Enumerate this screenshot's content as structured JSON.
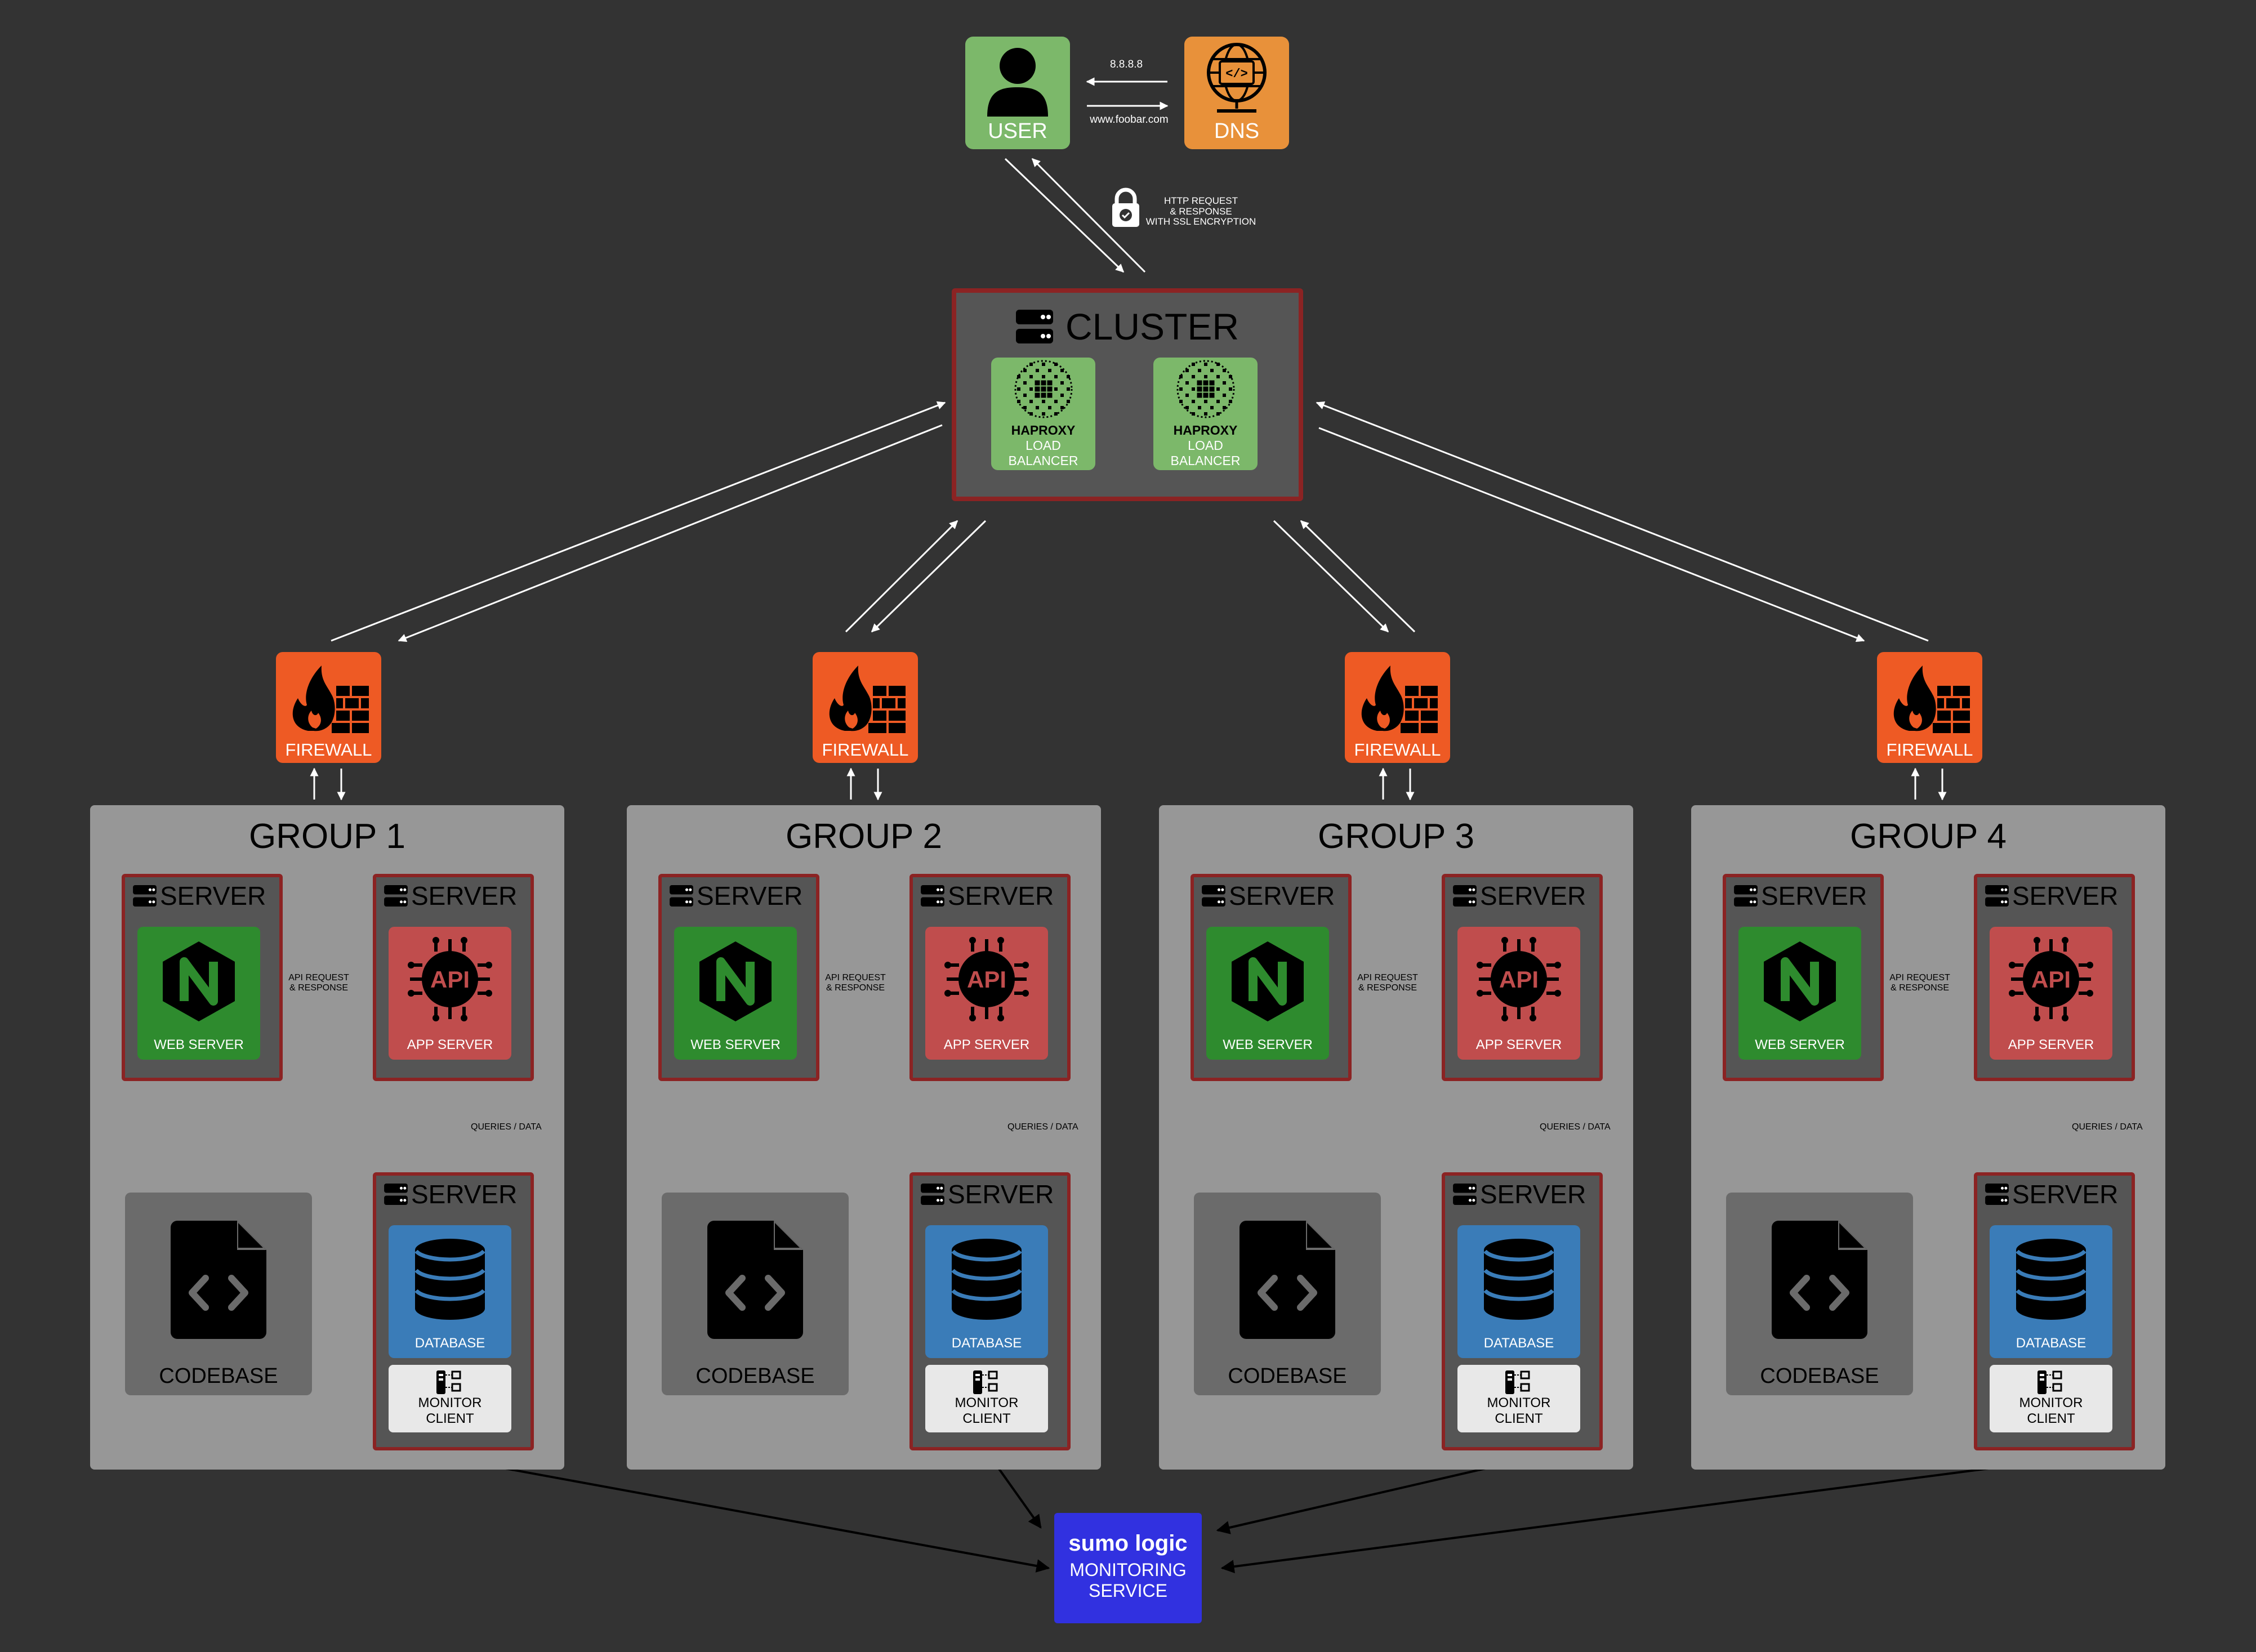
{
  "user": {
    "label": "USER"
  },
  "dns": {
    "label": "DNS"
  },
  "dns_exchange": {
    "response": "8.8.8.8",
    "request": "www.foobar.com"
  },
  "ssl_note": [
    "HTTP REQUEST",
    "& RESPONSE",
    "WITH SSL ENCRYPTION"
  ],
  "cluster": {
    "title": "CLUSTER",
    "balancers": [
      {
        "name": "HAPROXY",
        "line1": "LOAD",
        "line2": "BALANCER"
      },
      {
        "name": "HAPROXY",
        "line1": "LOAD",
        "line2": "BALANCER"
      }
    ]
  },
  "firewall_label": "FIREWALL",
  "groups": [
    {
      "title": "GROUP 1"
    },
    {
      "title": "GROUP 2"
    },
    {
      "title": "GROUP 3"
    },
    {
      "title": "GROUP 4"
    }
  ],
  "server_label": "SERVER",
  "web_server_label": "WEB SERVER",
  "app_server_label": "APP SERVER",
  "database_label": "DATABASE",
  "monitor_client": [
    "MONITOR",
    "CLIENT"
  ],
  "codebase_label": "CODEBASE",
  "api_note": [
    "API REQUEST",
    "& RESPONSE"
  ],
  "queries_note": "QUERIES / DATA",
  "monitoring": {
    "brand": "sumo logic",
    "line1": "MONITORING",
    "line2": "SERVICE"
  },
  "colors": {
    "background": "#333333",
    "user": "#7cb86a",
    "dns": "#e8913a",
    "firewall": "#ee5a24",
    "web_server": "#2e8b2e",
    "app_server": "#c04d4d",
    "database": "#3a7cb8",
    "group": "#979797",
    "server_border": "#8b2323",
    "monitoring": "#3131e0"
  }
}
